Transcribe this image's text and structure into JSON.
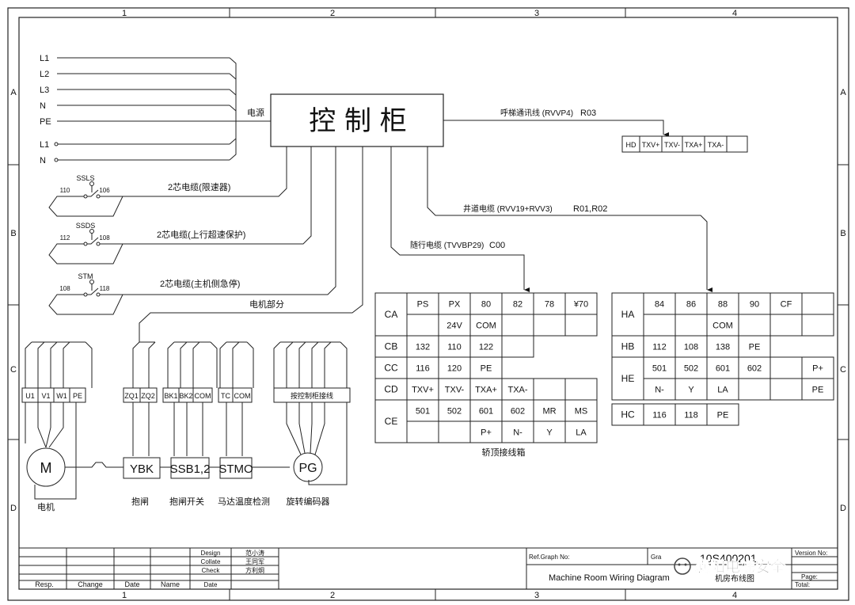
{
  "frame": {
    "columns": [
      "1",
      "2",
      "3",
      "4"
    ],
    "rows": [
      "A",
      "B",
      "C",
      "D"
    ]
  },
  "power": {
    "lines": [
      "L1",
      "L2",
      "L3",
      "N",
      "PE"
    ],
    "aux_lines": [
      "L1",
      "N"
    ],
    "label": "电源"
  },
  "cabinet": {
    "title": "控 制 柜"
  },
  "comm": {
    "label": "呼梯通讯线 (RVVP4)",
    "code": "R03",
    "box": [
      "HD",
      "TXV+",
      "TXV-",
      "TXA+",
      "TXA-",
      ""
    ]
  },
  "safety_switches": [
    {
      "name": "SSLS",
      "left": "110",
      "right": "106",
      "cable": "2芯电缆(限速器)"
    },
    {
      "name": "SSDS",
      "left": "112",
      "right": "108",
      "cable": "2芯电缆(上行超速保护)"
    },
    {
      "name": "STM",
      "left": "108",
      "right": "118",
      "cable": "2芯电缆(主机侧急停)"
    }
  ],
  "shaft_cable": {
    "label": "井道电缆 (RVV19+RVV3)",
    "code": "R01,R02"
  },
  "travel_cable": {
    "label": "随行电缆 (TVVBP29)",
    "code": "C00"
  },
  "motor_label": "电机部分",
  "car_box": {
    "caption": "轿顶接线箱",
    "groups": [
      {
        "name": "CA",
        "rows": [
          [
            "PS",
            "PX",
            "80",
            "82",
            "78",
            "¥70"
          ],
          [
            "",
            "24V",
            "COM",
            "",
            "",
            ""
          ]
        ]
      },
      {
        "name": "CB",
        "rows": [
          [
            "132",
            "110",
            "122",
            ""
          ]
        ]
      },
      {
        "name": "CC",
        "rows": [
          [
            "116",
            "120",
            "PE"
          ]
        ]
      },
      {
        "name": "CD",
        "rows": [
          [
            "TXV+",
            "TXV-",
            "TXA+",
            "TXA-",
            "",
            ""
          ]
        ]
      },
      {
        "name": "CE",
        "rows": [
          [
            "501",
            "502",
            "601",
            "602",
            "MR",
            "MS"
          ],
          [
            "",
            "",
            "P+",
            "N-",
            "Y",
            "LA"
          ]
        ]
      }
    ]
  },
  "hall_box": {
    "groups": [
      {
        "name": "HA",
        "rows": [
          [
            "84",
            "86",
            "88",
            "90",
            "CF",
            ""
          ],
          [
            "",
            "",
            "COM",
            "",
            "",
            ""
          ]
        ]
      },
      {
        "name": "HB",
        "rows": [
          [
            "112",
            "108",
            "138",
            "PE"
          ]
        ]
      },
      {
        "name": "HE",
        "rows": [
          [
            "501",
            "502",
            "601",
            "602",
            "",
            "P+"
          ],
          [
            "N-",
            "Y",
            "LA",
            "",
            "",
            "PE"
          ]
        ]
      },
      {
        "name": "HC",
        "rows": [
          [
            "116",
            "118",
            "PE"
          ]
        ]
      }
    ]
  },
  "motor_terminals": [
    "U1",
    "V1",
    "W1",
    "PE"
  ],
  "brake_terminals": [
    "ZQ1",
    "ZQ2"
  ],
  "brake_switch_terminals": [
    "BK1",
    "BK2",
    "COM"
  ],
  "temp_terminals": [
    "TC",
    "COM"
  ],
  "encoder_terminal": "按控制柜接线",
  "devices": [
    {
      "symbol": "M",
      "caption": "电机"
    },
    {
      "symbol": "YBK",
      "caption": "抱闸"
    },
    {
      "symbol": "SSB1,2",
      "caption": "抱闸开关"
    },
    {
      "symbol": "STMO",
      "caption": "马达温度检测"
    },
    {
      "symbol": "PG",
      "caption": "旋转编码器"
    }
  ],
  "title_block": {
    "headers": [
      "Resp.",
      "Change",
      "Date",
      "Name"
    ],
    "roles": [
      "Design",
      "Collate",
      "Check",
      "Date"
    ],
    "names": [
      "范小涛",
      "王同军",
      "方利炯",
      ""
    ],
    "ref_graph": "Ref.Graph No:",
    "graph_no_label": "Gra",
    "graph_no": "10S400201",
    "diagram_title": "Machine Room Wiring Diagram",
    "diagram_title_cn": "机房布线图",
    "version": "Version No:",
    "page": "Page:",
    "total": "Total:",
    "watermark": "襄阳电梯安全"
  }
}
